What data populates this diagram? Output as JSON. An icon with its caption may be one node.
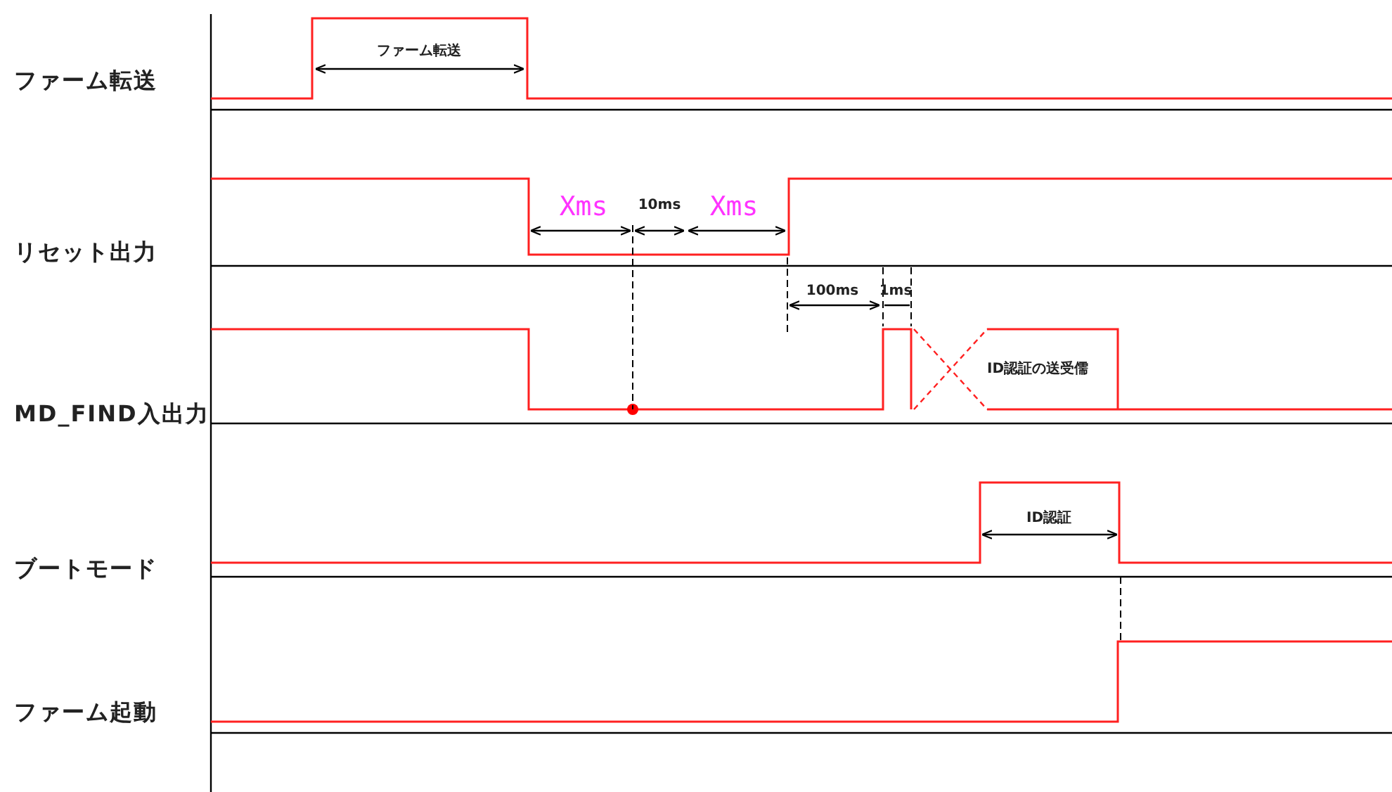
{
  "diagram": {
    "labels": [
      "ファーム転送",
      "ファーム転送",
      "Xms",
      "10ms",
      "Xms",
      "リセット出力",
      "100ms",
      "1ms",
      "ID認証の送受儒",
      "MD_FIND入出力",
      "ID認証",
      "ブートモード",
      "ファーム起動"
    ]
  }
}
